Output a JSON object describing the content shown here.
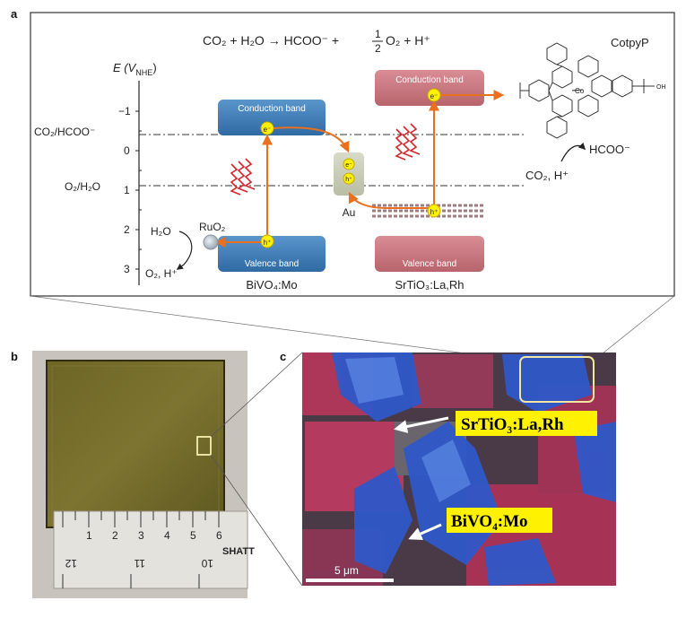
{
  "panels": {
    "a": "a",
    "b": "b",
    "c": "c"
  },
  "equation": {
    "text": "CO₂ + H₂O → HCOO⁻  + ",
    "half_num": "1",
    "half_den": "2",
    "tail": "O₂ + H⁺"
  },
  "axis": {
    "label_main": "E (V",
    "label_sub": "NHE",
    "label_close": ")",
    "ticks": [
      "−1",
      "0",
      "1",
      "2",
      "3"
    ],
    "redox": {
      "co2": "CO₂/HCOO⁻",
      "o2": "O₂/H₂O"
    }
  },
  "bivo4": {
    "conduction": "Conduction band",
    "valence": "Valence band",
    "name": "BiVO₄:Mo",
    "cocatalyst": "RuO₂",
    "water": "H₂O",
    "products": "O₂, H⁺"
  },
  "srtio3": {
    "conduction": "Conduction band",
    "valence": "Valence band",
    "name": "SrTiO₃:La,Rh"
  },
  "au": "Au",
  "carriers": {
    "electron": "e⁻",
    "hole": "h⁺"
  },
  "catalyst": {
    "name": "CotpyP",
    "product": "HCOO⁻",
    "reactants": "CO₂, H⁺",
    "co_label": "Co",
    "oh_label": "OH"
  },
  "micrograph": {
    "label_srtio3": "SrTiO₃:La,Rh",
    "label_bivo4": "BiVO₄:Mo",
    "scale": "5 μm"
  },
  "ruler": {
    "cm": [
      "1",
      "2",
      "3",
      "4",
      "5",
      "6"
    ],
    "brand": "SHATT",
    "inch": [
      "12",
      "11",
      "10"
    ]
  },
  "colors": {
    "blue_band": "#3f7db8",
    "pink_band": "#c97a82",
    "arrow_orange": "#e8701e",
    "highlight_yellow": "#fff200"
  }
}
